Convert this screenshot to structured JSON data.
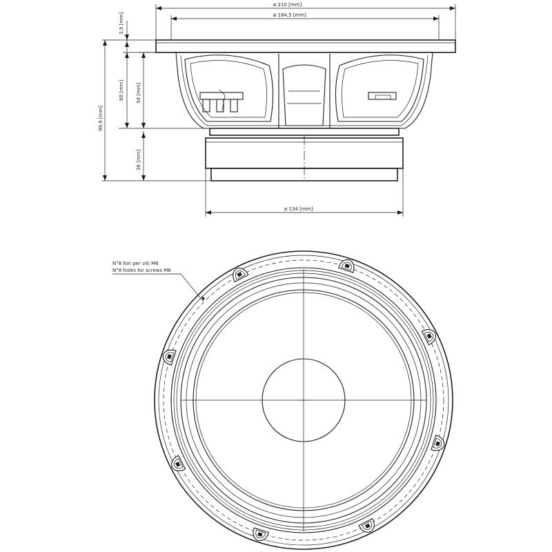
{
  "dimensions": {
    "outer_diameter": "ø 210  [mm]",
    "inner_diameter": "ø 184,5  [mm]",
    "magnet_diameter": "ø 134  [mm]",
    "flange_thickness": "3,9  [mm]",
    "basket_height": "60  [mm]",
    "frame_depth": "54  [mm]",
    "total_depth": "99,9  [mm]",
    "magnet_height": "36  [mm]"
  },
  "notes": {
    "holes_it": "N°8 fori  per viti M6",
    "holes_en": "N°8 holes for screws M6"
  },
  "hole_count": 8,
  "colors": {
    "line": "#1a1a1a",
    "background": "#ffffff"
  }
}
